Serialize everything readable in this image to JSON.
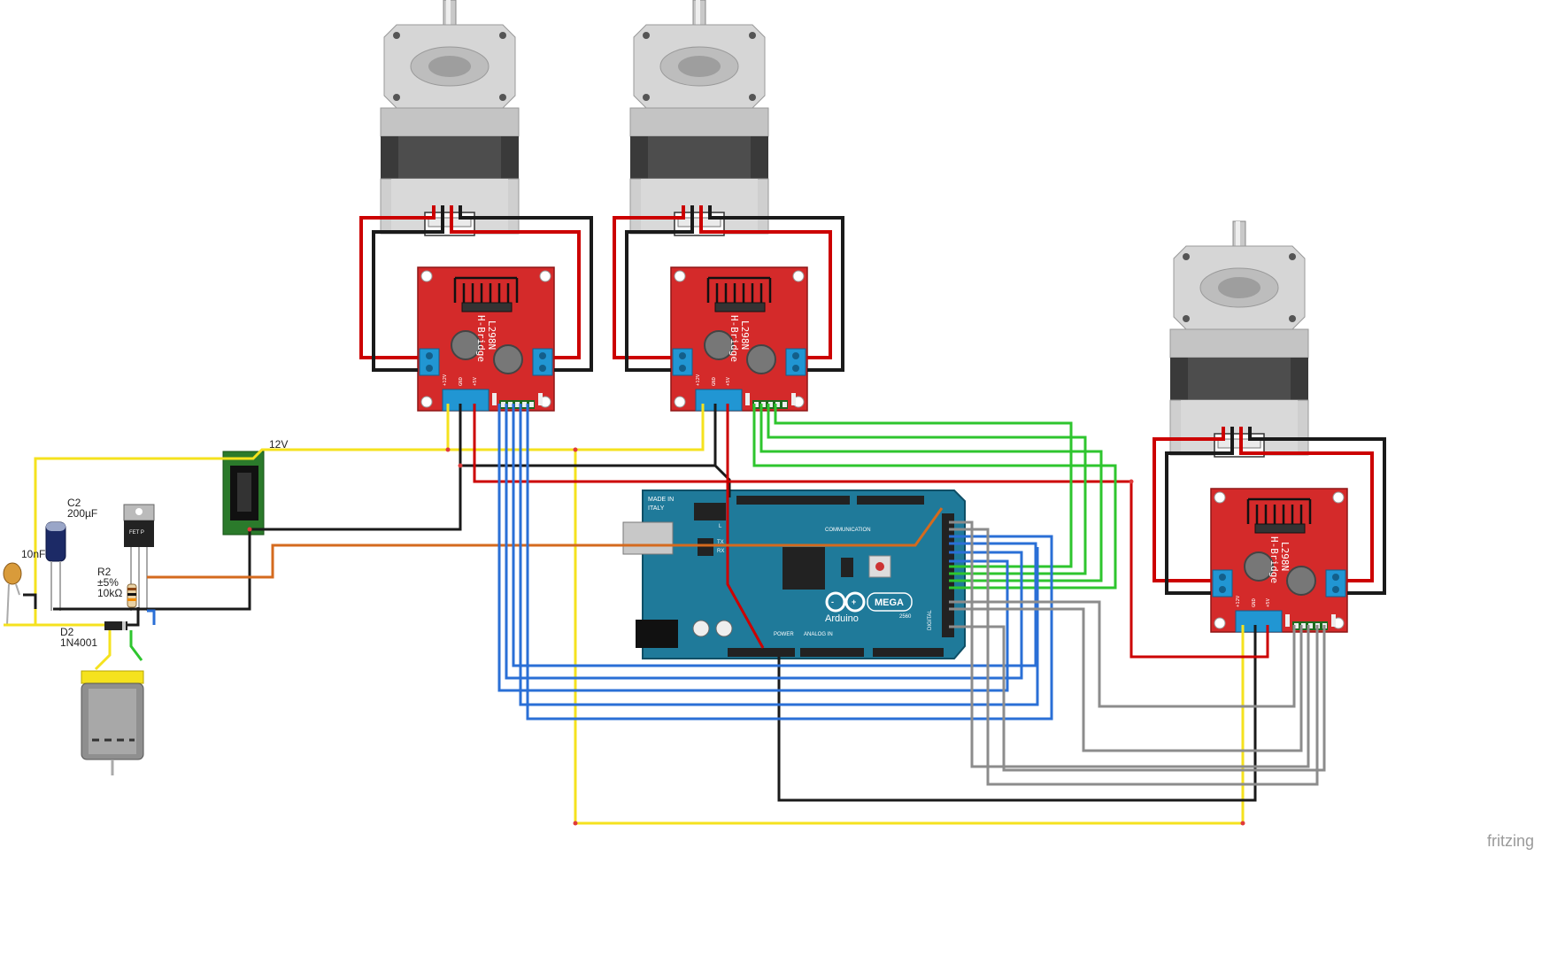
{
  "labels": {
    "voltage_12v": "12V",
    "c2_name": "C2",
    "c2_value": "200µF",
    "c_small": "10nF",
    "r2_name": "R2",
    "r2_tol": "±5%",
    "r2_value": "10kΩ",
    "d2_name": "D2",
    "d2_part": "1N4001",
    "watermark": "fritzing"
  },
  "hbridge": {
    "line1": "L298N",
    "line2": "H-Bridge",
    "pin_12v": "+12V",
    "pin_gnd": "GND",
    "pin_5v": "+5V"
  },
  "transistor": {
    "label": "FET P"
  },
  "arduino": {
    "made_in": "MADE IN",
    "italy": "ITALY",
    "brand": "Arduino",
    "model": "MEGA",
    "rev": "2560",
    "communication": "COMMUNICATION",
    "power": "POWER",
    "analog_in": "ANALOG IN",
    "digital": "DIGITAL",
    "led_l": "L",
    "led_tx": "TX",
    "led_rx": "RX"
  },
  "colors": {
    "wire_red": "#cc0000",
    "wire_black": "#1a1a1a",
    "wire_yellow": "#f5e21e",
    "wire_blue": "#2a6fd6",
    "wire_green": "#2ec52e",
    "wire_gray": "#8c8c8c",
    "wire_orange": "#d46a1e",
    "hbridge_red": "#d42a2a",
    "arduino_teal": "#1f7a9a",
    "terminal_blue": "#2196d3"
  }
}
